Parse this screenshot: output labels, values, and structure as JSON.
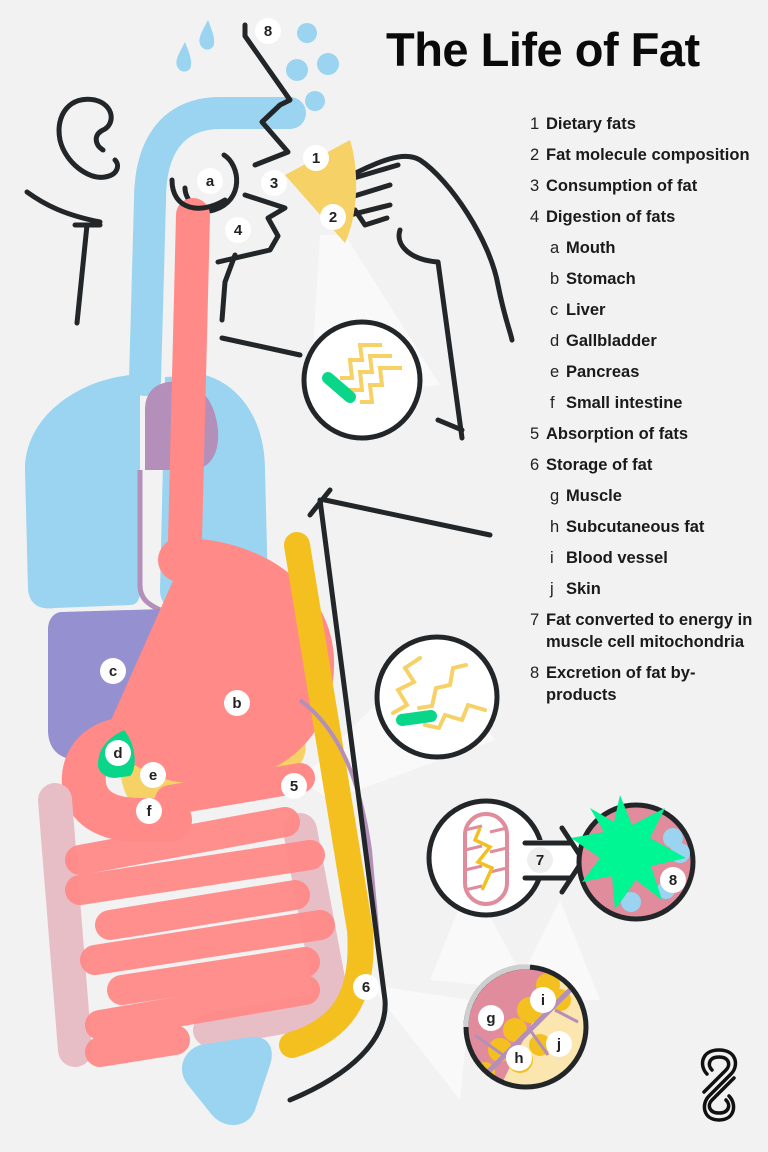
{
  "title": "The Life of Fat",
  "colors": {
    "background": "#f2f2f2",
    "blue": "#9ad4f0",
    "salmon": "#ff8a87",
    "purple_liver": "#9590d0",
    "heart": "#b38fb9",
    "yellow": "#f4c020",
    "pale_yellow": "#f6d165",
    "green": "#0ad68a",
    "bright_green": "#00f593",
    "intestine_pink": "#e8bec6",
    "muscle_pink": "#e08c9c",
    "outline": "#222628"
  },
  "legend": [
    {
      "key": "1",
      "label": "Dietary fats",
      "level": 0
    },
    {
      "key": "2",
      "label": "Fat molecule composition",
      "level": 0
    },
    {
      "key": "3",
      "label": "Consumption of fat",
      "level": 0
    },
    {
      "key": "4",
      "label": "Digestion of fats",
      "level": 0
    },
    {
      "key": "a",
      "label": "Mouth",
      "level": 1
    },
    {
      "key": "b",
      "label": "Stomach",
      "level": 1
    },
    {
      "key": "c",
      "label": "Liver",
      "level": 1
    },
    {
      "key": "d",
      "label": "Gallbladder",
      "level": 1
    },
    {
      "key": "e",
      "label": "Pancreas",
      "level": 1
    },
    {
      "key": "f",
      "label": "Small intestine",
      "level": 1
    },
    {
      "key": "5",
      "label": "Absorption of fats",
      "level": 0
    },
    {
      "key": "6",
      "label": "Storage of fat",
      "level": 0
    },
    {
      "key": "g",
      "label": "Muscle",
      "level": 1
    },
    {
      "key": "h",
      "label": "Subcutaneous fat",
      "level": 1
    },
    {
      "key": "i",
      "label": "Blood vessel",
      "level": 1
    },
    {
      "key": "j",
      "label": "Skin",
      "level": 1
    },
    {
      "key": "7",
      "label": "Fat converted to energy in muscle cell mitochondria",
      "level": 0
    },
    {
      "key": "8",
      "label": "Excretion of fat by-products",
      "level": 0
    }
  ],
  "markers": {
    "m1": "1",
    "m2": "2",
    "m3": "3",
    "m4": "4",
    "m5": "5",
    "m6": "6",
    "m7": "7",
    "m8_top": "8",
    "m8_cell": "8",
    "ma": "a",
    "mb": "b",
    "mc": "c",
    "md": "d",
    "me": "e",
    "mf": "f",
    "mg": "g",
    "mh": "h",
    "mi": "i",
    "mj": "j"
  },
  "icons": {
    "logo": "infinity-eight-logo"
  }
}
